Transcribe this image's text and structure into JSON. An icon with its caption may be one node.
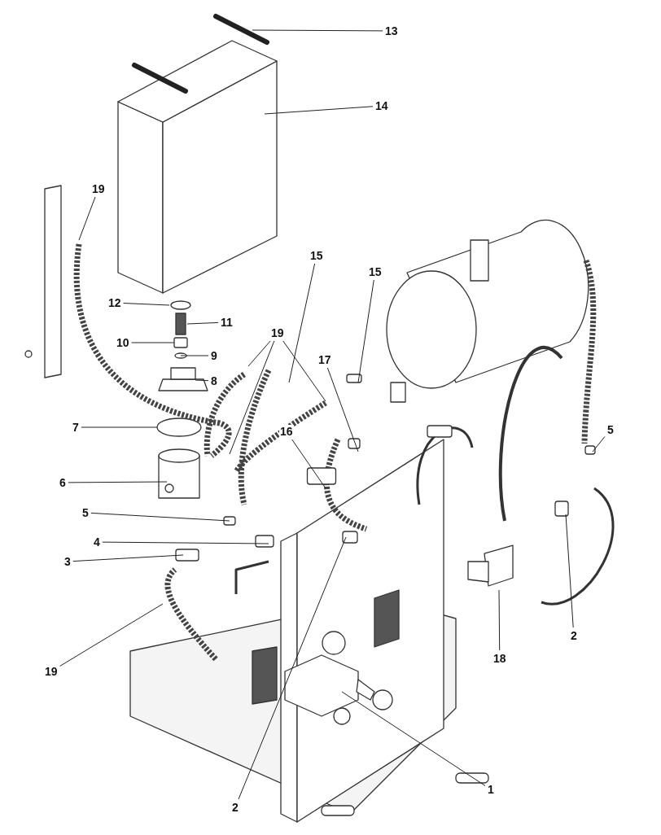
{
  "diagram": {
    "nodes": [
      {
        "text": [
          "13"
        ]
      },
      {
        "text": [
          "14"
        ]
      },
      {
        "text": [
          "19"
        ]
      },
      {
        "text": [
          "15"
        ]
      },
      {
        "text": [
          "15"
        ]
      },
      {
        "text": [
          "12"
        ]
      },
      {
        "text": [
          "11"
        ]
      },
      {
        "text": [
          "19"
        ]
      },
      {
        "text": [
          "10"
        ]
      },
      {
        "text": [
          "9"
        ]
      },
      {
        "text": [
          "17"
        ]
      },
      {
        "text": [
          "8"
        ]
      },
      {
        "text": [
          "7"
        ]
      },
      {
        "text": [
          "5"
        ]
      },
      {
        "text": [
          "16"
        ]
      },
      {
        "text": [
          "6"
        ]
      },
      {
        "text": [
          "5"
        ]
      },
      {
        "text": [
          "4"
        ]
      },
      {
        "text": [
          "3"
        ]
      },
      {
        "text": [
          "2"
        ]
      },
      {
        "text": [
          "18"
        ]
      },
      {
        "text": [
          "19"
        ]
      },
      {
        "text": [
          "1"
        ]
      },
      {
        "text": [
          "2"
        ]
      }
    ],
    "edges": [
      {
        "from": 0,
        "to": null,
        "arrow": "none"
      },
      {
        "from": 1,
        "to": null,
        "arrow": "none"
      },
      {
        "from": 2,
        "to": null,
        "arrow": "none"
      },
      {
        "from": 3,
        "to": null,
        "arrow": "none"
      },
      {
        "from": 4,
        "to": null,
        "arrow": "none"
      },
      {
        "from": 5,
        "to": null,
        "arrow": "none"
      },
      {
        "from": 6,
        "to": null,
        "arrow": "none"
      },
      {
        "from": 7,
        "to": null,
        "arrow": "none"
      },
      {
        "from": 7,
        "to": null,
        "arrow": "none"
      },
      {
        "from": 7,
        "to": null,
        "arrow": "none"
      },
      {
        "from": 8,
        "to": null,
        "arrow": "none"
      },
      {
        "from": 9,
        "to": null,
        "arrow": "none"
      },
      {
        "from": 10,
        "to": null,
        "arrow": "none"
      },
      {
        "from": 11,
        "to": null,
        "arrow": "none"
      },
      {
        "from": 12,
        "to": null,
        "arrow": "none"
      },
      {
        "from": 13,
        "to": null,
        "arrow": "none"
      },
      {
        "from": 14,
        "to": null,
        "arrow": "none"
      },
      {
        "from": 15,
        "to": null,
        "arrow": "none"
      },
      {
        "from": 16,
        "to": null,
        "arrow": "none"
      },
      {
        "from": 17,
        "to": null,
        "arrow": "none"
      },
      {
        "from": 18,
        "to": null,
        "arrow": "none"
      },
      {
        "from": 19,
        "to": null,
        "arrow": "none"
      },
      {
        "from": 20,
        "to": null,
        "arrow": "none"
      },
      {
        "from": 21,
        "to": null,
        "arrow": "none"
      },
      {
        "from": 22,
        "to": null,
        "arrow": "none"
      },
      {
        "from": 23,
        "to": null,
        "arrow": "none"
      }
    ]
  }
}
